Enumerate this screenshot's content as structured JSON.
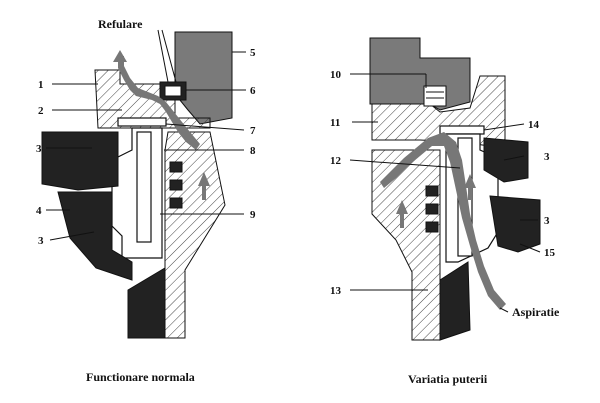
{
  "left_figure": {
    "caption": "Functionare normala",
    "flow_label": "Refulare",
    "callouts": [
      "1",
      "2",
      "3",
      "4",
      "3",
      "5",
      "6",
      "7",
      "8",
      "9"
    ]
  },
  "right_figure": {
    "caption": "Variatia puterii",
    "flow_label": "Aspiratie",
    "callouts": [
      "10",
      "11",
      "12",
      "13",
      "14",
      "3",
      "3",
      "15"
    ]
  }
}
